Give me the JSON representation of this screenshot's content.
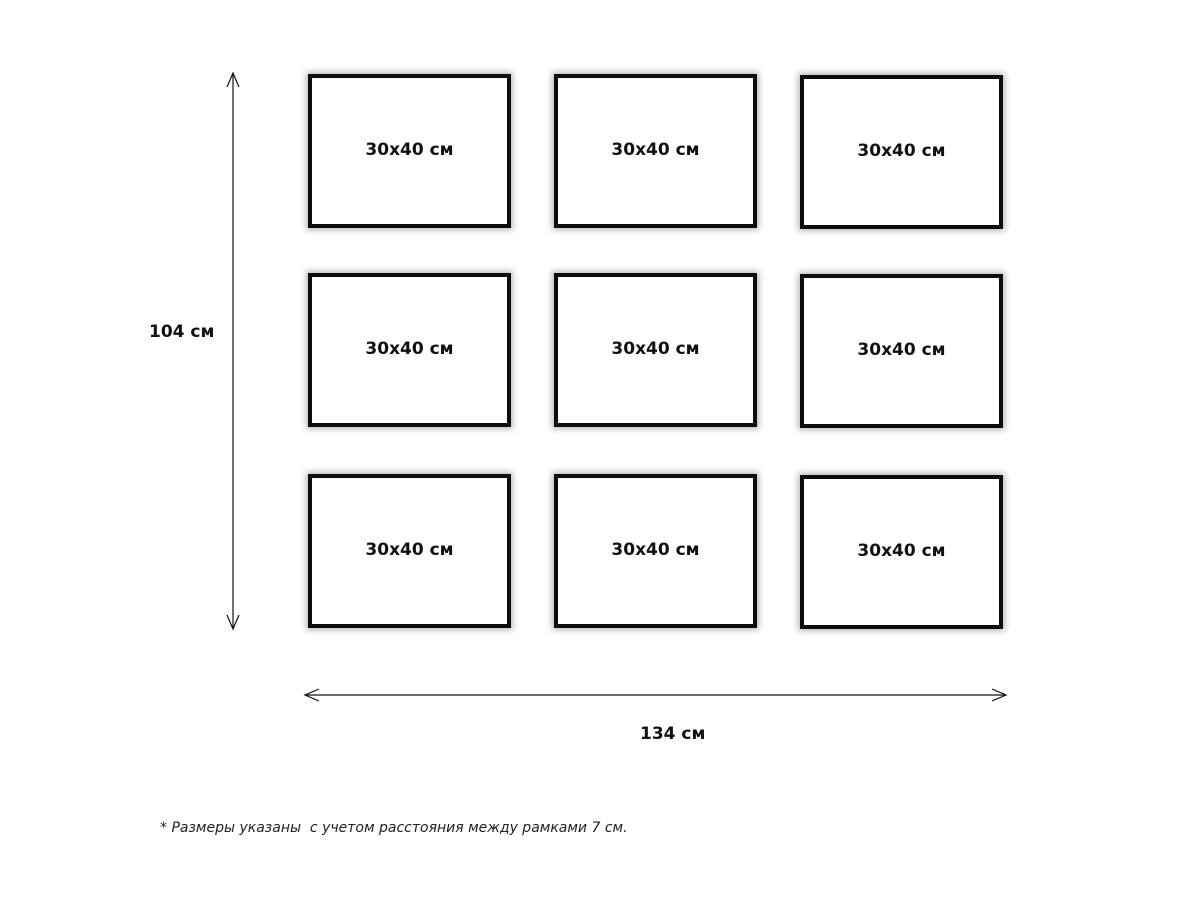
{
  "frames": [
    {
      "label": "30x40 см"
    },
    {
      "label": "30x40 см"
    },
    {
      "label": "30x40 см"
    },
    {
      "label": "30x40 см"
    },
    {
      "label": "30x40 см"
    },
    {
      "label": "30x40 см"
    },
    {
      "label": "30x40 см"
    },
    {
      "label": "30x40 см"
    },
    {
      "label": "30x40 см"
    }
  ],
  "dimensions": {
    "height": "104 см",
    "width": "134 см"
  },
  "footnote": "* Размеры указаны  с учетом расстояния между рамками 7 см.",
  "colors": {
    "frame_border": "#0d0d0d",
    "background": "#ffffff"
  }
}
